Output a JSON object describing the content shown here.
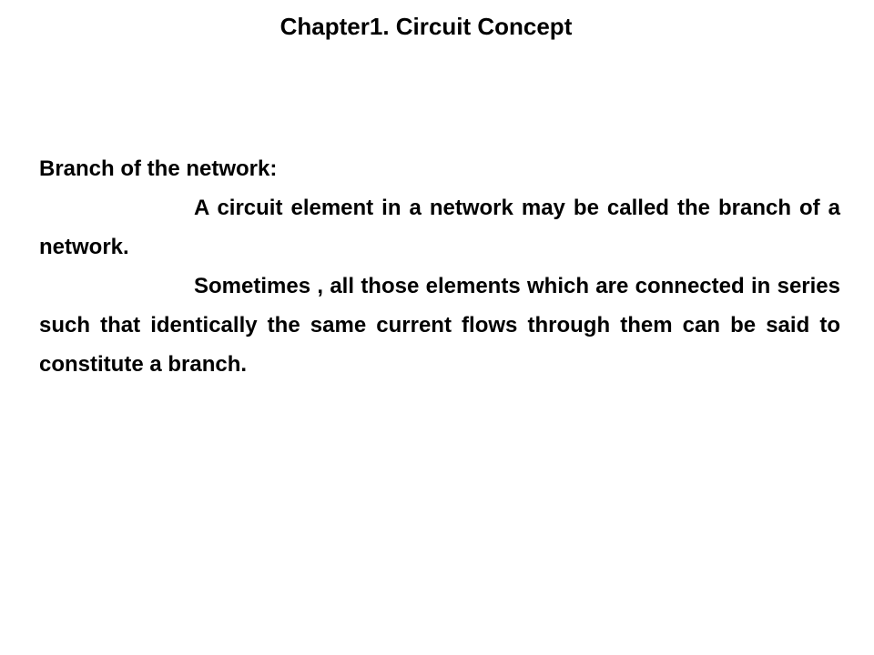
{
  "slide": {
    "title": "Chapter1. Circuit Concept",
    "heading": "Branch of the network:",
    "paragraphs": [
      "A circuit element in a network may be called the branch of a network.",
      "Sometimes , all those elements which are connected in series such that identically the same current flows through them can be said to constitute a branch."
    ]
  }
}
